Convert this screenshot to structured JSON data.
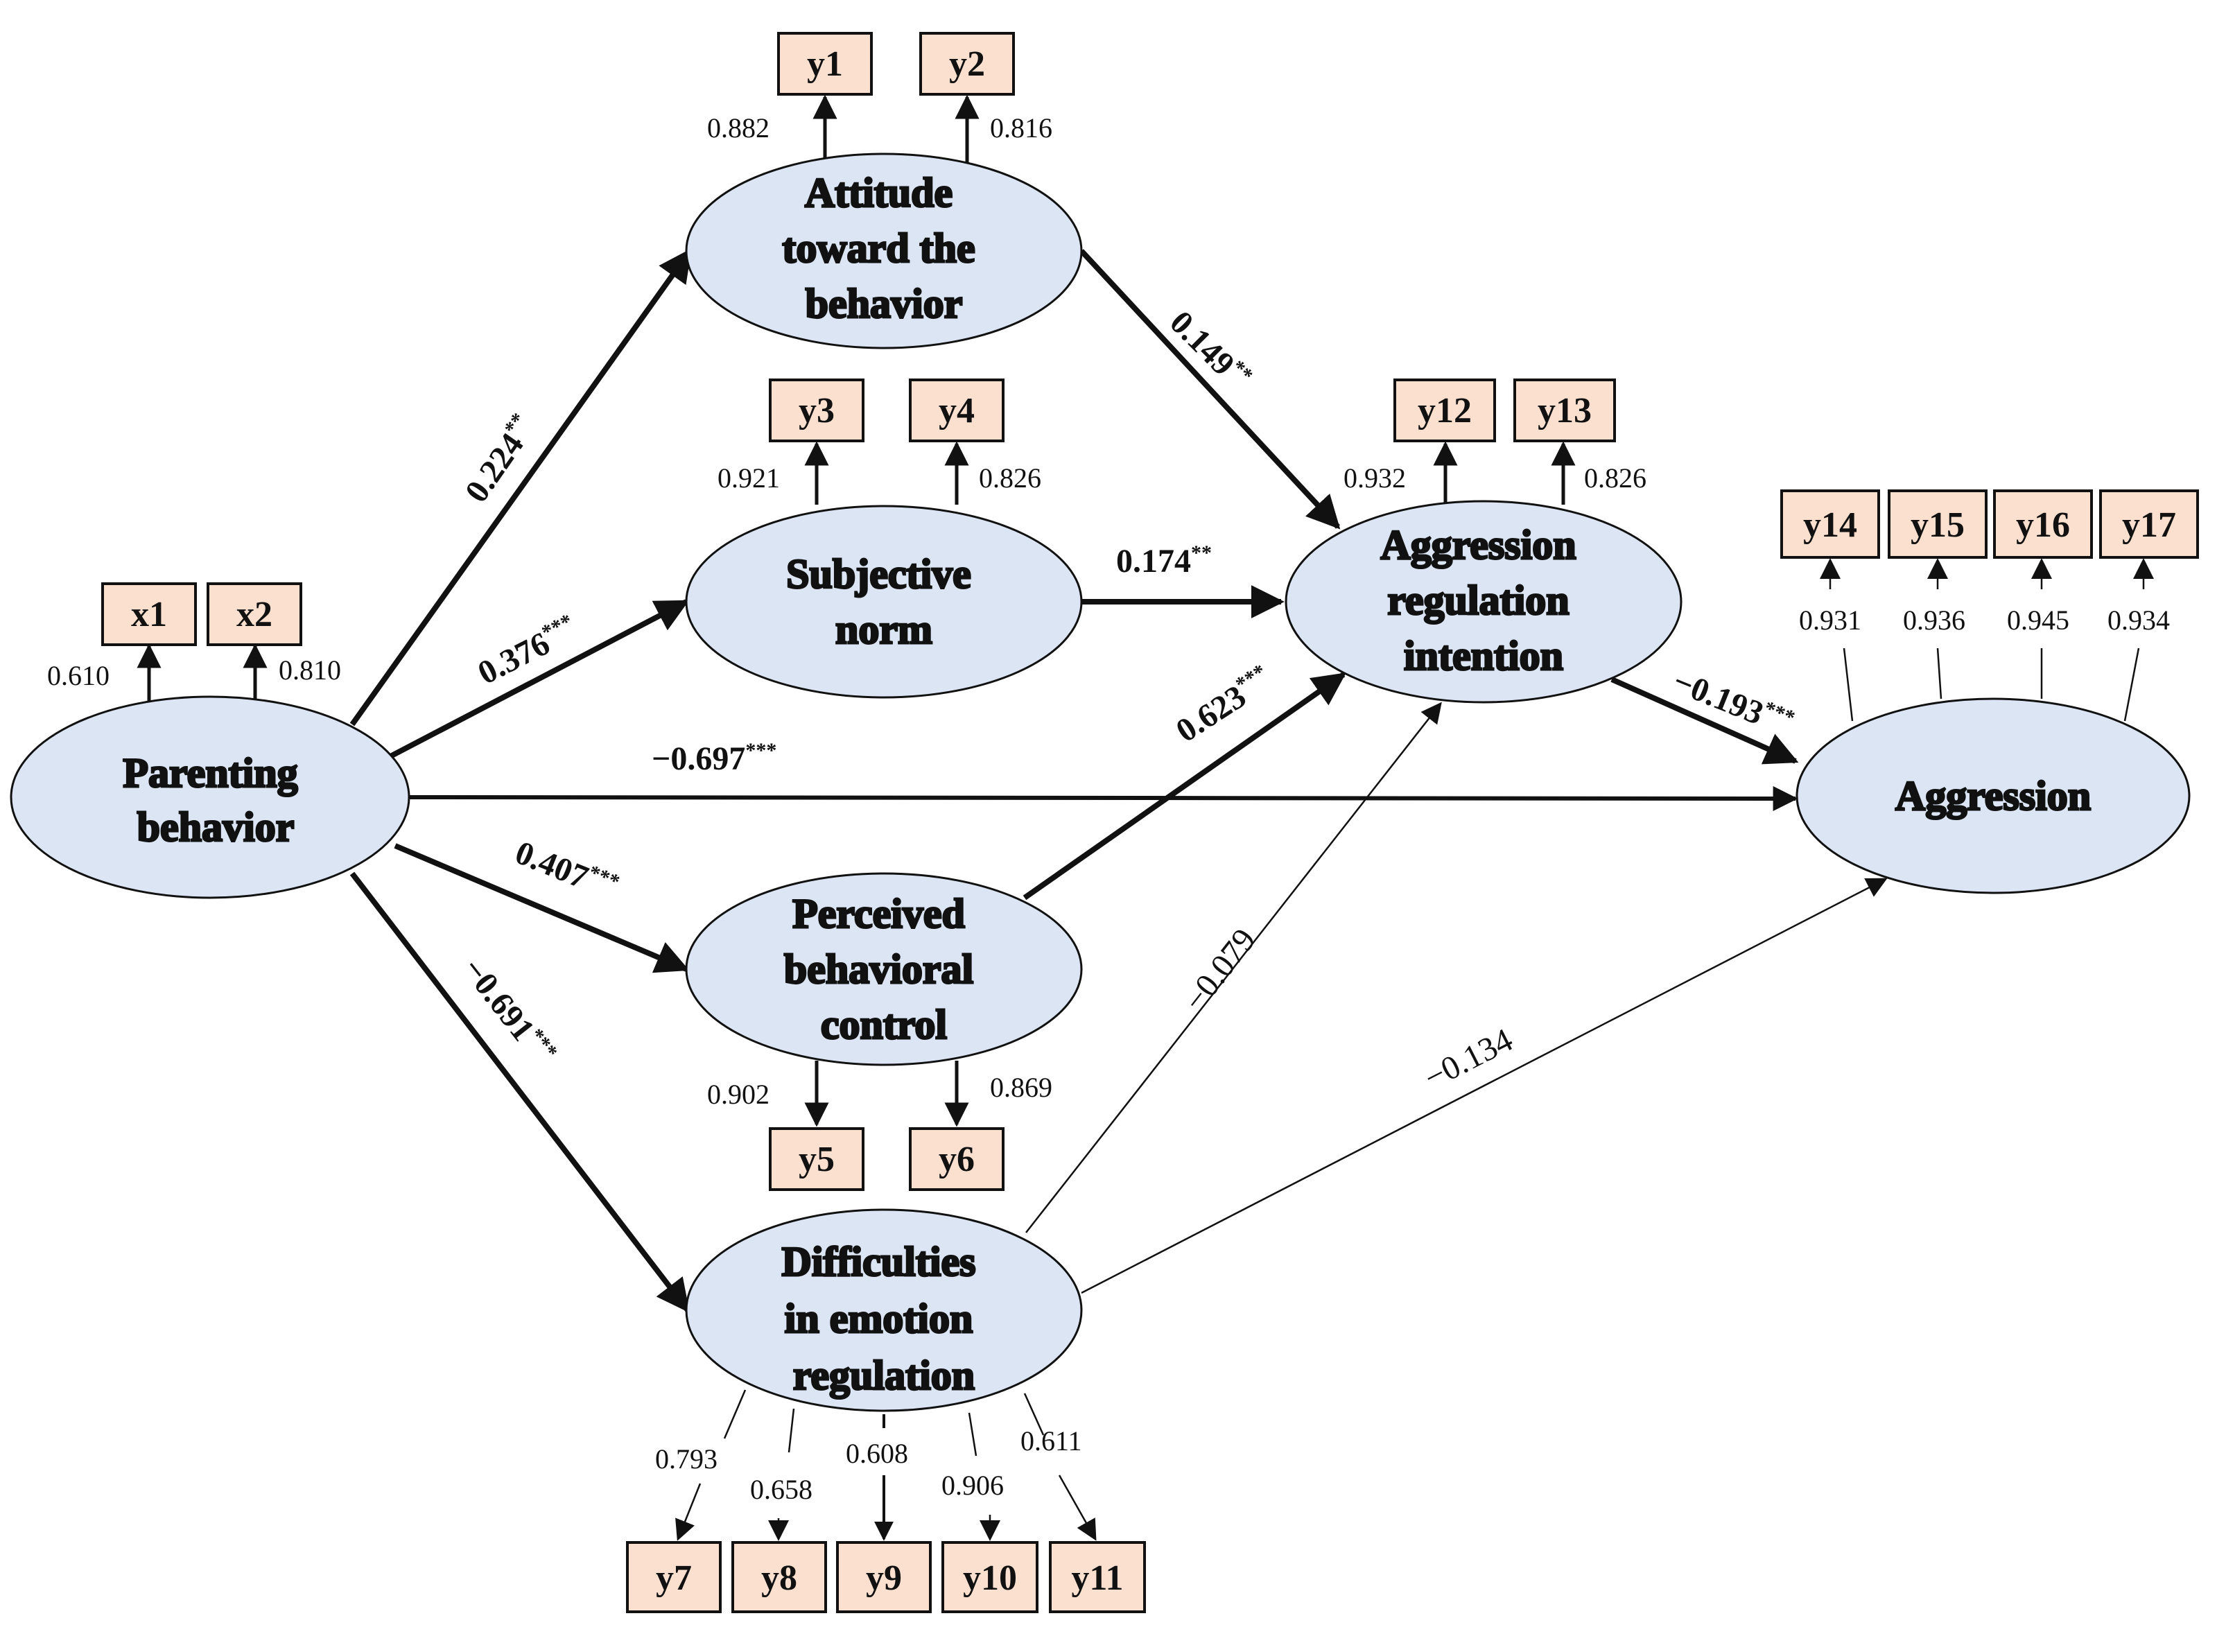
{
  "colors": {
    "latent_fill": "#dbe5f3",
    "indicator_fill": "#fbe0d0",
    "stroke": "#111111",
    "background": "#ffffff"
  },
  "latent": {
    "parenting": [
      "Parenting",
      "behavior"
    ],
    "attitude": [
      "Attitude",
      "toward the",
      "behavior"
    ],
    "norm": [
      "Subjective",
      "norm"
    ],
    "pbc": [
      "Perceived",
      "behavioral",
      "control"
    ],
    "der": [
      "Difficulties",
      "in emotion",
      "regulation"
    ],
    "intention": [
      "Aggression",
      "regulation",
      "intention"
    ],
    "aggression": [
      "Aggression"
    ]
  },
  "indicators": {
    "x1": "x1",
    "x2": "x2",
    "y1": "y1",
    "y2": "y2",
    "y3": "y3",
    "y4": "y4",
    "y5": "y5",
    "y6": "y6",
    "y7": "y7",
    "y8": "y8",
    "y9": "y9",
    "y10": "y10",
    "y11": "y11",
    "y12": "y12",
    "y13": "y13",
    "y14": "y14",
    "y15": "y15",
    "y16": "y16",
    "y17": "y17"
  },
  "loadings": {
    "x1": "0.610",
    "x2": "0.810",
    "y1": "0.882",
    "y2": "0.816",
    "y3": "0.921",
    "y4": "0.826",
    "y5": "0.902",
    "y6": "0.869",
    "y7": "0.793",
    "y8": "0.658",
    "y9": "0.608",
    "y10": "0.906",
    "y11": "0.611",
    "y12": "0.932",
    "y13": "0.826",
    "y14": "0.931",
    "y15": "0.936",
    "y16": "0.945",
    "y17": "0.934"
  },
  "paths": {
    "pb_att": {
      "coef": "0.224",
      "sig": "**"
    },
    "pb_norm": {
      "coef": "0.376",
      "sig": "***"
    },
    "pb_agg": {
      "coef": "−0.697",
      "sig": "***"
    },
    "pb_pbc": {
      "coef": "0.407",
      "sig": "***"
    },
    "pb_der": {
      "coef": "−0.691",
      "sig": "***"
    },
    "att_int": {
      "coef": "0.149",
      "sig": "**"
    },
    "norm_int": {
      "coef": "0.174",
      "sig": "**"
    },
    "pbc_int": {
      "coef": "0.623",
      "sig": "***"
    },
    "der_int": {
      "coef": "−0.079",
      "sig": ""
    },
    "der_agg": {
      "coef": "−0.134",
      "sig": ""
    },
    "int_agg": {
      "coef": "−0.193",
      "sig": "***"
    }
  }
}
